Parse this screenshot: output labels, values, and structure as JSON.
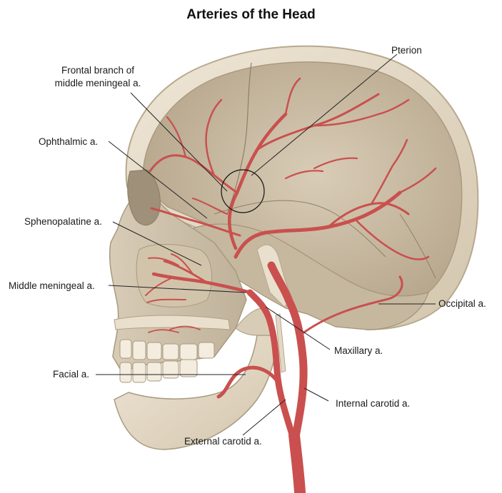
{
  "title": "Arteries of the Head",
  "labels": {
    "pterion": "Pterion",
    "frontal_branch_line1": "Frontal branch of",
    "frontal_branch_line2": "middle meningeal a.",
    "ophthalmic": "Ophthalmic a.",
    "sphenopalatine": "Sphenopalatine a.",
    "middle_meningeal": "Middle meningeal a.",
    "occipital": "Occipital a.",
    "maxillary": "Maxillary a.",
    "facial": "Facial a.",
    "internal_carotid": "Internal carotid a.",
    "external_carotid": "External carotid a."
  },
  "colors": {
    "bone": "#e6dccb",
    "bone_shadow": "#c9bca5",
    "bone_inner": "#b9ab93",
    "artery": "#c9504e",
    "artery_dark": "#a83a38",
    "leader_line": "#222222"
  }
}
